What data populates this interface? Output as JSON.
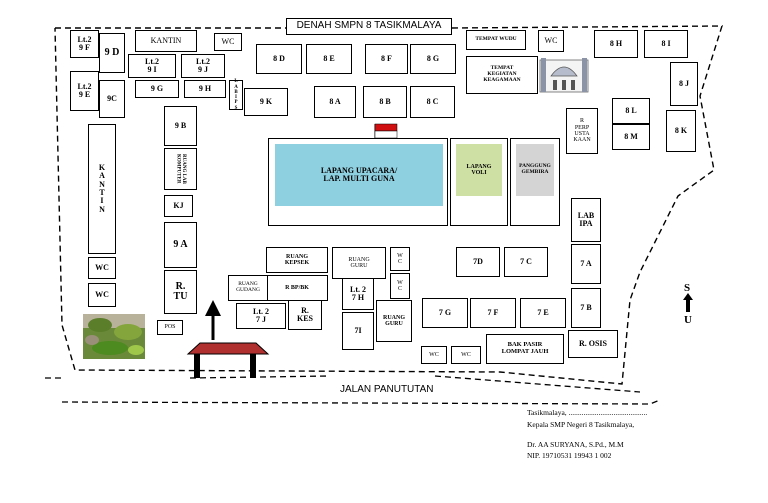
{
  "title": "DENAH SMPN 8 TASIKMALAYA",
  "rooms": {
    "lt2_9f": "Lt.2\n9 F",
    "r9d": "9 D",
    "lt2_9e": "Lt.2\n9 E",
    "r9c": "9C",
    "kantin_top": "KANTIN",
    "wc_top": "WC",
    "lt2_9i": "Lt.2\n9 I",
    "lt2_9j": "Lt.2\n9 J",
    "r9g": "9 G",
    "r9h": "9 H",
    "r8d": "8 D",
    "r8e": "8 E",
    "r8f": "8 F",
    "r8g": "8 G",
    "tempat_wudu": "TEMPAT WUDU",
    "wc_tr": "WC",
    "r8h": "8 H",
    "r8i": "8 I",
    "tempat_keagamaan": "TEMPAT\nKEGIATAN\nKEAGAMAAN",
    "r8j": "8 J",
    "lab_ips": "L\nA\nB\nI\nP\nS",
    "r9k": "9 K",
    "r8a": "8 A",
    "r8b": "8 B",
    "r8c": "8 C",
    "perpustakaan": "R\nPERP\nUSTA\nKAAN",
    "r8l": "8 L",
    "r8m": "8 M",
    "r8k": "8 K",
    "r9b": "9 B",
    "lab_komputer": "RUANG LAB\nKOMPUTER",
    "kantin_left": "K\nA\nN\nT\nI\nN",
    "kj": "KJ",
    "lapang_upacara": "LAPANG  UPACARA/\nLAP. MULTI GUNA",
    "lapang_voli": "LAPANG\nVOLI",
    "panggung": "PANGGUNG\nGEMBIRA",
    "lab_ipa": "LAB\nIPA",
    "r9a": "9 A",
    "wc_l1": "WC",
    "wc_l2": "WC",
    "r_tu": "R.\nTU",
    "pos": "POS",
    "ruang_kepsek": "RUANG\nKEPSEK",
    "r_bp": "R BP/BK",
    "ruang_guru_top": "RUANG\nGURU",
    "wc_m1": "W\nC",
    "wc_m2": "W\nC",
    "ruang_gudang": "RUANG\nGUDANG",
    "lt2_7j": "Lt. 2\n7 J",
    "r_kes": "R.\nKES",
    "lt2_7h": "Lt. 2\n7 H",
    "r7i": "7I",
    "ruang_guru_bot": "RUANG\nGURU",
    "r7d": "7D",
    "r7c": "7 C",
    "r7a": "7 A",
    "r7b": "7 B",
    "r7g": "7 G",
    "r7f": "7 F",
    "r7e": "7 E",
    "r_osis": "R. OSIS",
    "wc_b1": "WC",
    "wc_b2": "WC",
    "bak_pasir": "BAK  PASIR\nLOMPAT JAUH"
  },
  "road": "JALAN PANUTUTAN",
  "compass": {
    "north": "S",
    "south": "U"
  },
  "signature": {
    "place": "Tasikmalaya, ..........................................",
    "role": "Kepala SMP Negeri 8 Tasikmalaya,",
    "name": "Dr. AA SURYANA, S.Pd., M.M",
    "nip": "NIP. 19710531 19943 1 002"
  },
  "colors": {
    "lapang_upacara": "#8ecfe0",
    "lapang_voli": "#cfe0a4",
    "panggung": "#d4d4d4",
    "gate_roof": "#b03030",
    "flag_red": "#d01010"
  }
}
